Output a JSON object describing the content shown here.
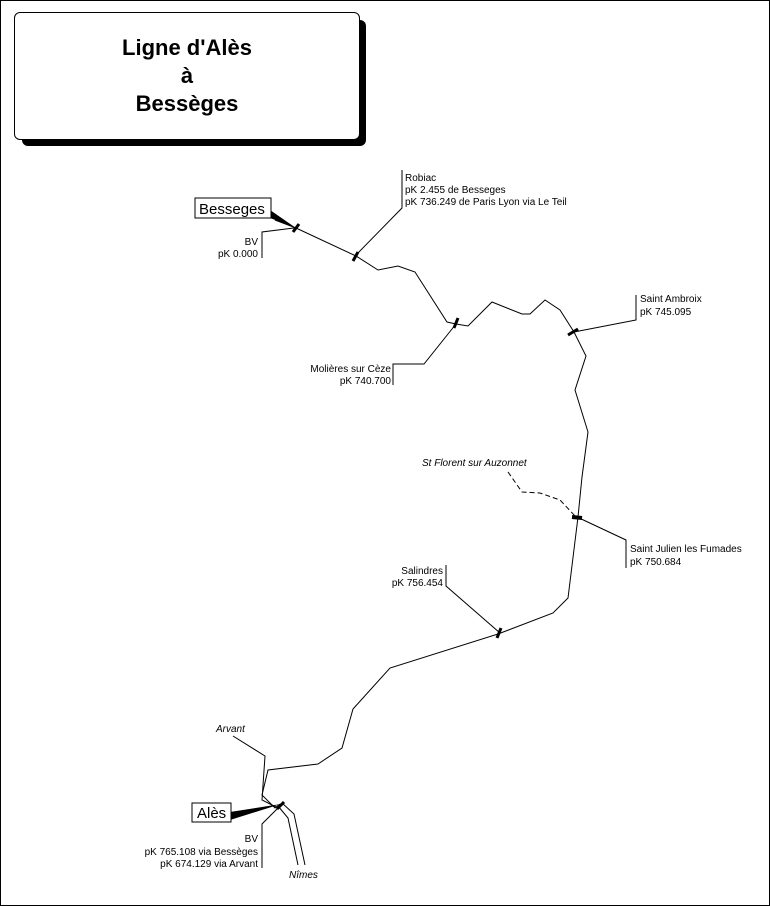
{
  "title": {
    "line1": "Ligne d'Alès",
    "line2": "à",
    "line3": "Bessèges"
  },
  "stations": {
    "besseges": {
      "name": "Besseges",
      "bv": "BV",
      "pk": "pK 0.000"
    },
    "robiac": {
      "name": "Robiac",
      "pk1": "pK 2.455 de Besseges",
      "pk2": "pK 736.249 de Paris Lyon via Le Teil"
    },
    "molieres": {
      "name": "Molières sur Cèze",
      "pk": "pK 740.700"
    },
    "saint_ambroix": {
      "name": "Saint Ambroix",
      "pk": "pK 745.095"
    },
    "st_florent": {
      "name": "St Florent sur Auzonnet"
    },
    "saint_julien": {
      "name": "Saint Julien les Fumades",
      "pk": "pK 750.684"
    },
    "salindres": {
      "name": "Salindres",
      "pk": "pK 756.454"
    },
    "arvant": {
      "name": "Arvant"
    },
    "ales": {
      "name": "Alès",
      "bv": "BV",
      "pk1": "pK 765.108 via Bessèges",
      "pk2": "pK 674.129 via Arvant"
    },
    "nimes": {
      "name": "Nîmes"
    }
  }
}
